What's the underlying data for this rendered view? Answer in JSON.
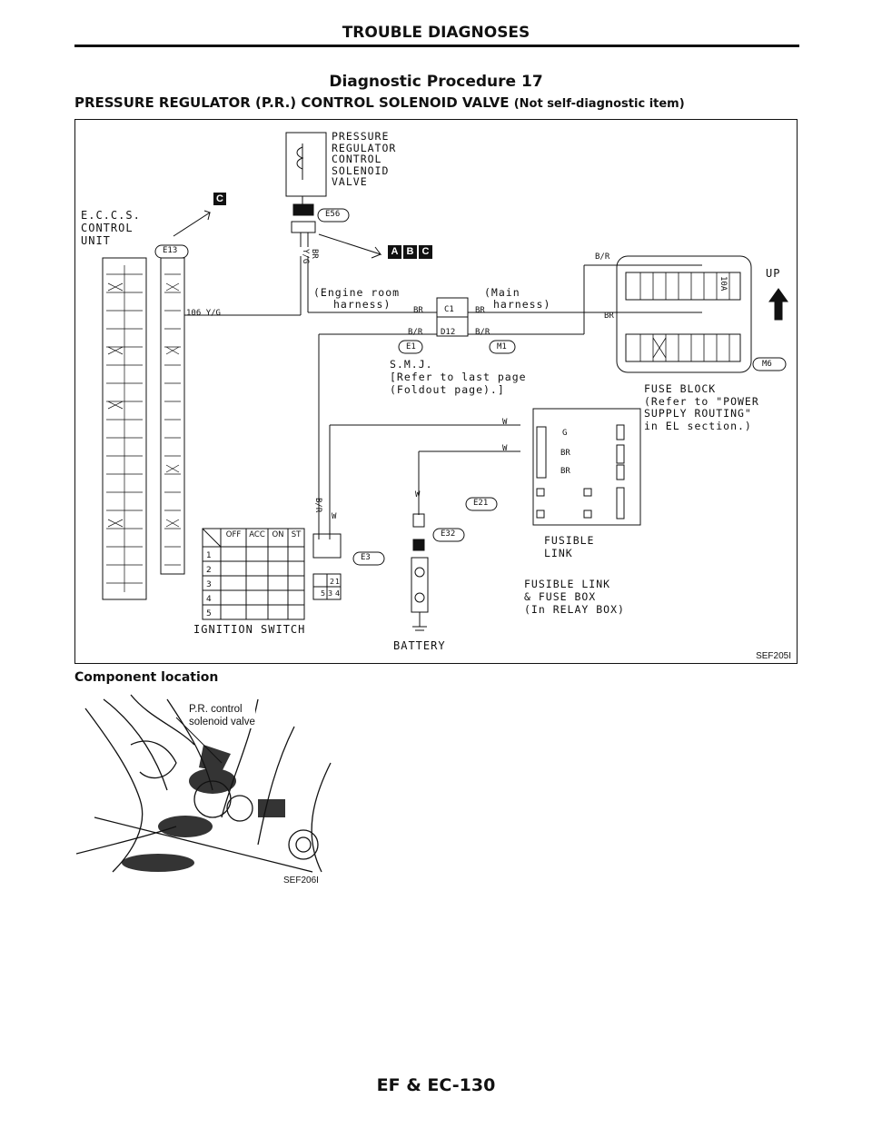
{
  "header": {
    "title": "TROUBLE DIAGNOSES"
  },
  "procedure": {
    "title": "Diagnostic Procedure 17",
    "subtitle": "PRESSURE REGULATOR (P.R.) CONTROL SOLENOID VALVE",
    "note": "(Not self-diagnostic item)"
  },
  "diagram": {
    "solenoid_label": [
      "PRESSURE",
      "REGULATOR",
      "CONTROL",
      "SOLENOID",
      "VALVE"
    ],
    "eccs_label": [
      "E.C.C.S.",
      "CONTROL",
      "UNIT"
    ],
    "badge_c": "C",
    "badges_abc": [
      "A",
      "B",
      "C"
    ],
    "connectors": {
      "e56": "E56",
      "e13": "E13",
      "e1": "E1",
      "m1": "M1",
      "m6": "M6",
      "e21": "E21",
      "e32": "E32",
      "e3": "E3",
      "c1": "C1",
      "d12": "D12"
    },
    "terminal_106": "106",
    "wire_colors": {
      "yg": "Y/G",
      "br": "BR",
      "br_r": "B/R",
      "w": "W",
      "g": "G",
      "br_v": "BR",
      "yg_v": "Y/G"
    },
    "engine_room": [
      "(Engine room",
      "harness)"
    ],
    "main_harness": [
      "(Main",
      "harness)"
    ],
    "smj": [
      "S.M.J.",
      "[Refer to last page",
      "(Foldout page).]"
    ],
    "fuse_block": [
      "FUSE BLOCK",
      "(Refer to \"POWER",
      "SUPPLY ROUTING\"",
      "in EL section.)"
    ],
    "fuse_rating": "10A",
    "up_label": "UP",
    "fusible_link": [
      "FUSIBLE",
      "LINK"
    ],
    "fusible_box": [
      "FUSIBLE LINK",
      "& FUSE BOX",
      "(In RELAY BOX)"
    ],
    "battery": "BATTERY",
    "ignition_switch": "IGNITION SWITCH",
    "switch_header": [
      "OFF",
      "ACC",
      "ON",
      "ST"
    ],
    "switch_rows": [
      "1",
      "2",
      "3",
      "4",
      "5"
    ],
    "connector_pins": [
      "2",
      "1",
      "5",
      "3",
      "4"
    ],
    "figure_code": "SEF205I"
  },
  "component": {
    "title": "Component location",
    "callout": [
      "P.R. control",
      "solenoid valve"
    ],
    "figure_code": "SEF206I"
  },
  "footer": {
    "page": "EF & EC-130"
  }
}
